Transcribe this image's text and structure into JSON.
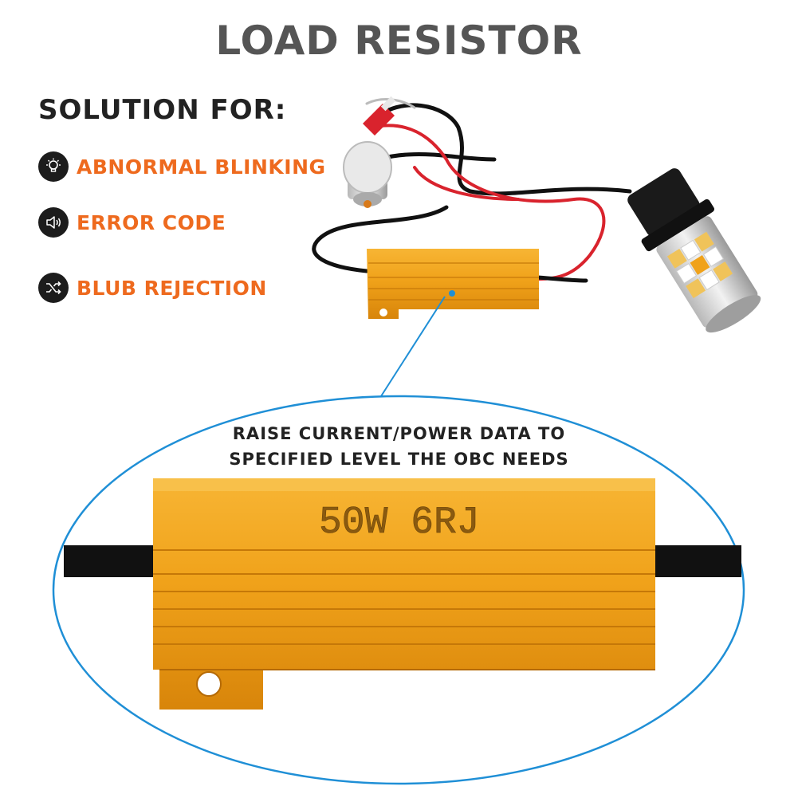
{
  "title": "LOAD RESISTOR",
  "solution_heading": "SOLUTION FOR:",
  "features": [
    {
      "label": "ABNORMAL BLINKING",
      "icon": "lightbulb-icon"
    },
    {
      "label": "ERROR CODE",
      "icon": "speaker-icon"
    },
    {
      "label": "BLUB REJECTION",
      "icon": "shuffle-icon"
    }
  ],
  "resistor_marking": "50W 6RJ",
  "zoom_caption": {
    "line1": "RAISE CURRENT/POWER DATA TO",
    "line2": "SPECIFIED LEVEL THE OBC NEEDS"
  },
  "colors": {
    "title": "#555555",
    "heading": "#222222",
    "accent": "#ee6a1e",
    "icon_bg": "#1c1c1c",
    "callout": "#1f8fd6",
    "resistor_gold": "#f0a21a"
  }
}
